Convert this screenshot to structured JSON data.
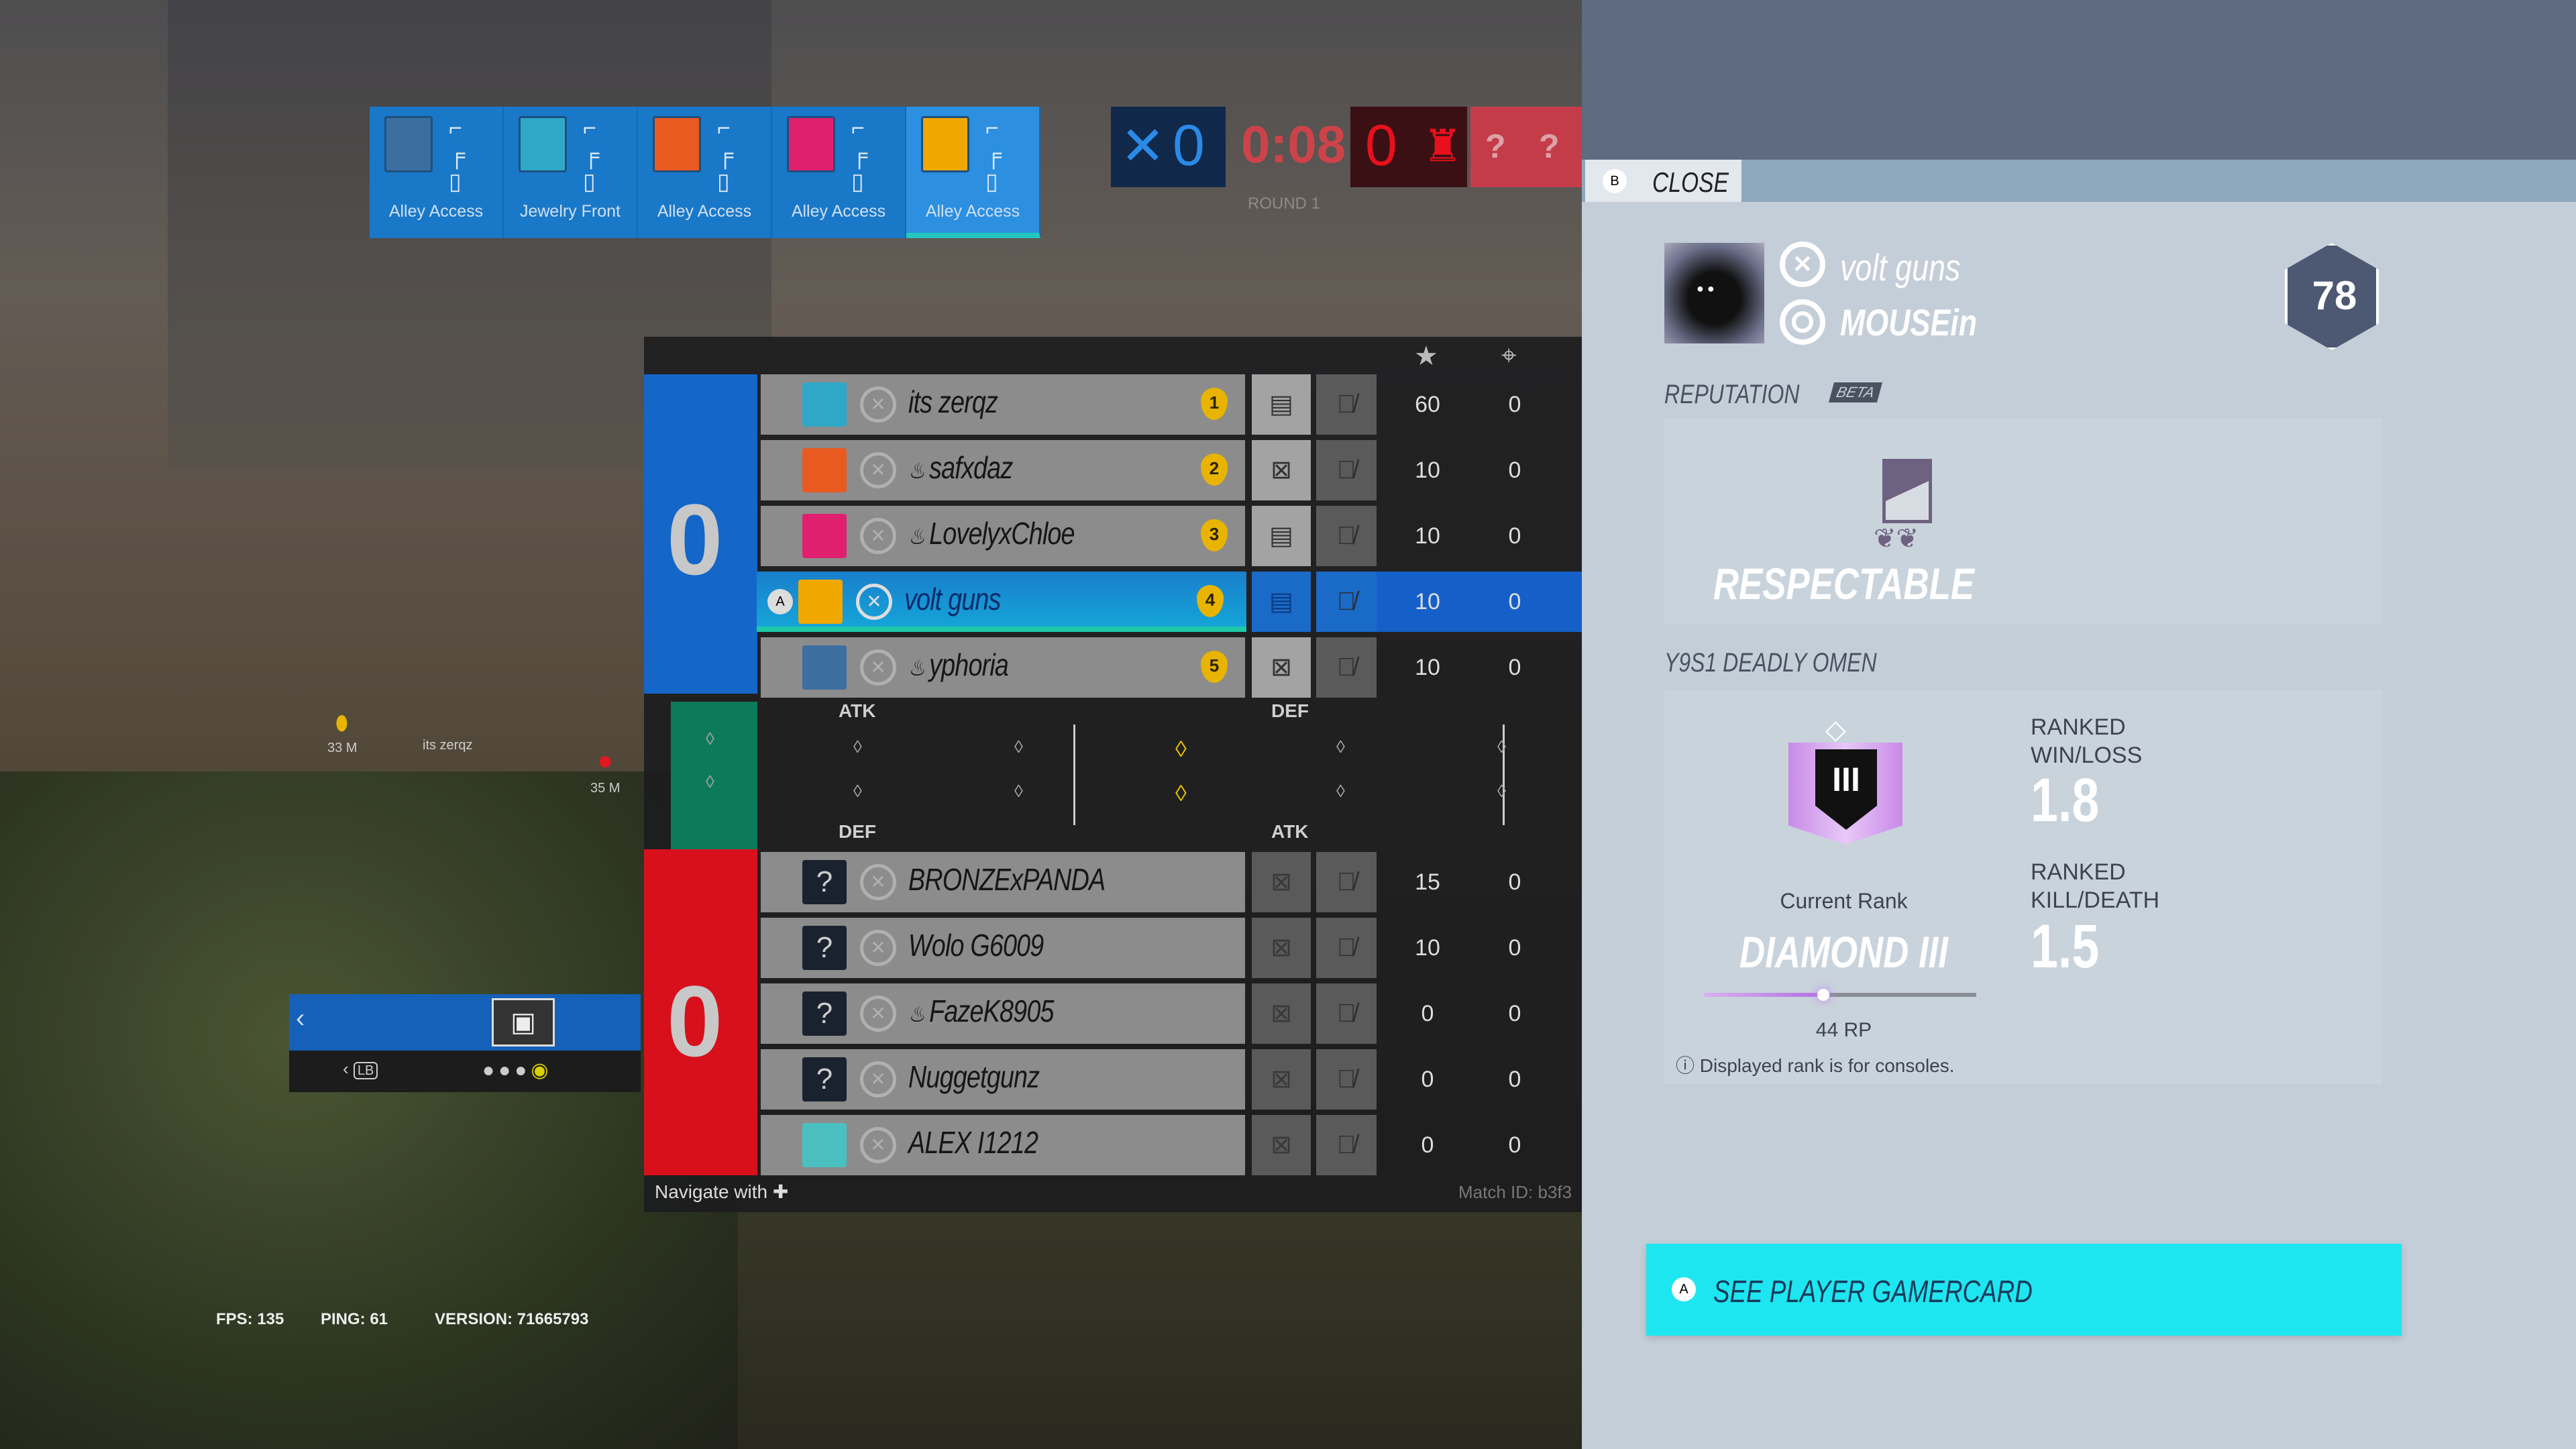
{
  "hud": {
    "operators": [
      {
        "location": "Alley Access",
        "color": "#3d6ea0"
      },
      {
        "location": "Jewelry Front",
        "color": "#2fa8c8"
      },
      {
        "location": "Alley Access",
        "color": "#e85a20"
      },
      {
        "location": "Alley Access",
        "color": "#e0206e"
      },
      {
        "location": "Alley Access",
        "color": "#f0a800",
        "selected": true
      }
    ],
    "blue_score": "0",
    "timer": "0:08",
    "round": "ROUND 1",
    "red_score": "0",
    "unknown_1": "?",
    "unknown_2": "?"
  },
  "scoreboard": {
    "header_icons": [
      "star-icon",
      "crosshair-icon"
    ],
    "blue_team": {
      "score": "0",
      "players": [
        {
          "name": "its zerqz",
          "rank": "1",
          "score": "60",
          "kills": "0",
          "chat_muted": false,
          "op_color": "#2fa8c8"
        },
        {
          "name": "safxdaz",
          "rank": "2",
          "score": "10",
          "kills": "0",
          "chat_muted": true,
          "op_color": "#e85a20",
          "ubisoft_icon": true
        },
        {
          "name": "LovelyxChloe",
          "rank": "3",
          "score": "10",
          "kills": "0",
          "chat_muted": false,
          "op_color": "#e0206e",
          "ubisoft_icon": true
        },
        {
          "name": "volt guns",
          "rank": "4",
          "score": "10",
          "kills": "0",
          "chat_muted": false,
          "op_color": "#f0a800",
          "selected": true,
          "button": "A"
        },
        {
          "name": "yphoria",
          "rank": "5",
          "score": "10",
          "kills": "0",
          "chat_muted": true,
          "op_color": "#3d6ea0",
          "ubisoft_icon": true
        }
      ]
    },
    "rounds": {
      "top_label_1": "ATK",
      "top_label_2": "DEF",
      "bottom_label_1": "DEF",
      "bottom_label_2": "ATK"
    },
    "red_team": {
      "score": "0",
      "players": [
        {
          "name": "BRONZExPANDA",
          "score": "15",
          "kills": "0"
        },
        {
          "name": "Wolo G6009",
          "score": "10",
          "kills": "0"
        },
        {
          "name": "FazeK8905",
          "score": "0",
          "kills": "0",
          "ubisoft_icon": true
        },
        {
          "name": "Nuggetgunz",
          "score": "0",
          "kills": "0"
        },
        {
          "name": "ALEX I1212",
          "score": "0",
          "kills": "0",
          "known_op": true
        }
      ]
    },
    "navigate": "Navigate with",
    "match_id": "Match ID: b3f3"
  },
  "map": {
    "marker_1_dist": "33 M",
    "marker_1_name": "its zerqz",
    "marker_2_dist": "35 M",
    "lb": "LB"
  },
  "stats": {
    "fps": "FPS: 135",
    "ping": "PING: 61",
    "version": "VERSION: 71665793"
  },
  "profile": {
    "close_key": "B",
    "close": "CLOSE",
    "xbox_name": "volt guns",
    "ubisoft_name": "MOUSEin",
    "level": "78",
    "reputation_label": "REPUTATION",
    "beta": "BETA",
    "reputation": "RESPECTABLE",
    "season": "Y9S1 DEADLY OMEN",
    "current_rank_label": "Current Rank",
    "rank": "DIAMOND III",
    "rank_numeral": "III",
    "rp": "44 RP",
    "rp_progress": 0.44,
    "wl_label_1": "RANKED",
    "wl_label_2": "WIN/LOSS",
    "wl": "1.8",
    "kd_label_1": "RANKED",
    "kd_label_2": "KILL/DEATH",
    "kd": "1.5",
    "note": "Displayed rank is for consoles.",
    "gamercard_key": "A",
    "gamercard": "SEE PLAYER GAMERCARD",
    "accent": "#1ee6f0"
  }
}
